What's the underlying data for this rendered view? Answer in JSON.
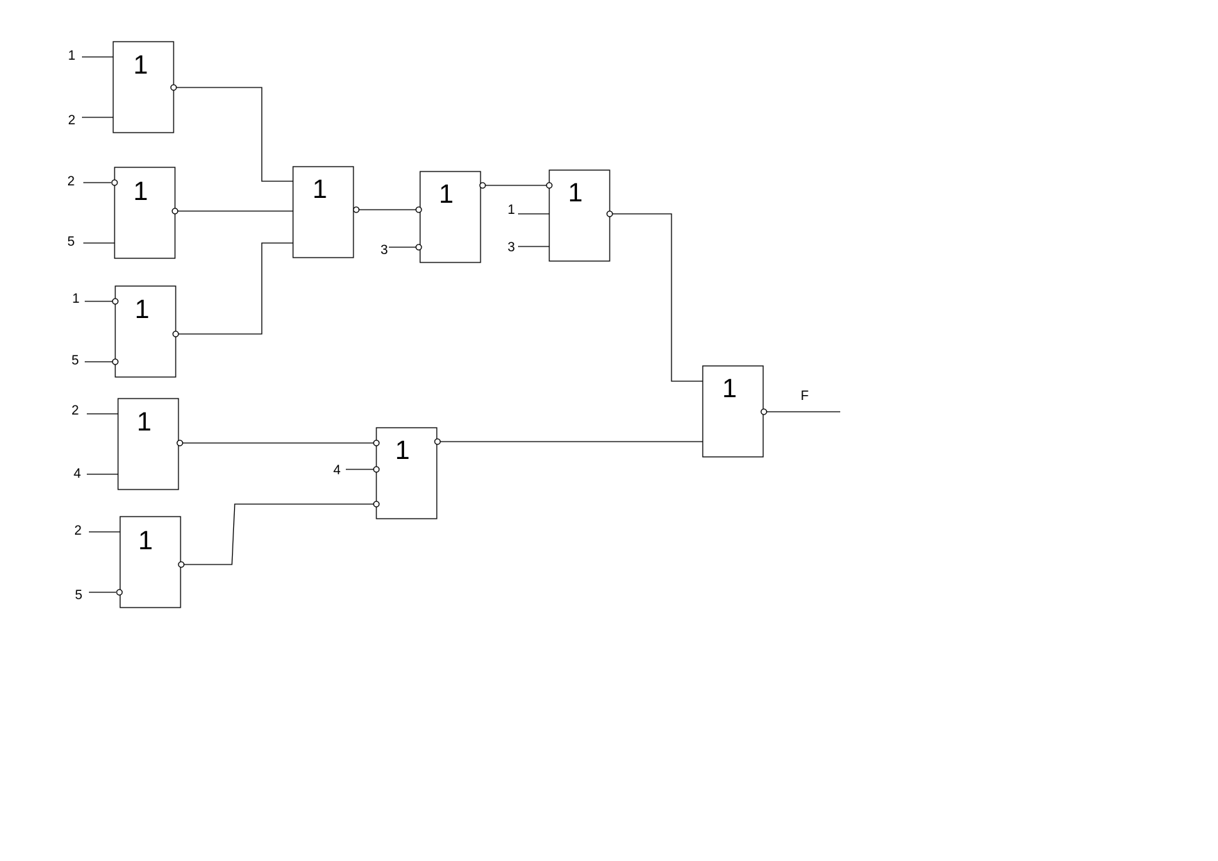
{
  "diagram": {
    "gate_symbol": "1",
    "input_labels": {
      "g1_in1": "1",
      "g1_in2": "2",
      "g2_in1": "2",
      "g2_in2": "5",
      "g3_in1": "1",
      "g3_in2": "5",
      "g4_in1": "2",
      "g4_in2": "4",
      "g5_in1": "2",
      "g5_in2": "5",
      "g7_in2": "3",
      "g8_in2": "1",
      "g8_in3": "3",
      "g9_in2": "4"
    },
    "output_label": "F",
    "colors": {
      "line": "#000000",
      "background": "#ffffff"
    }
  }
}
